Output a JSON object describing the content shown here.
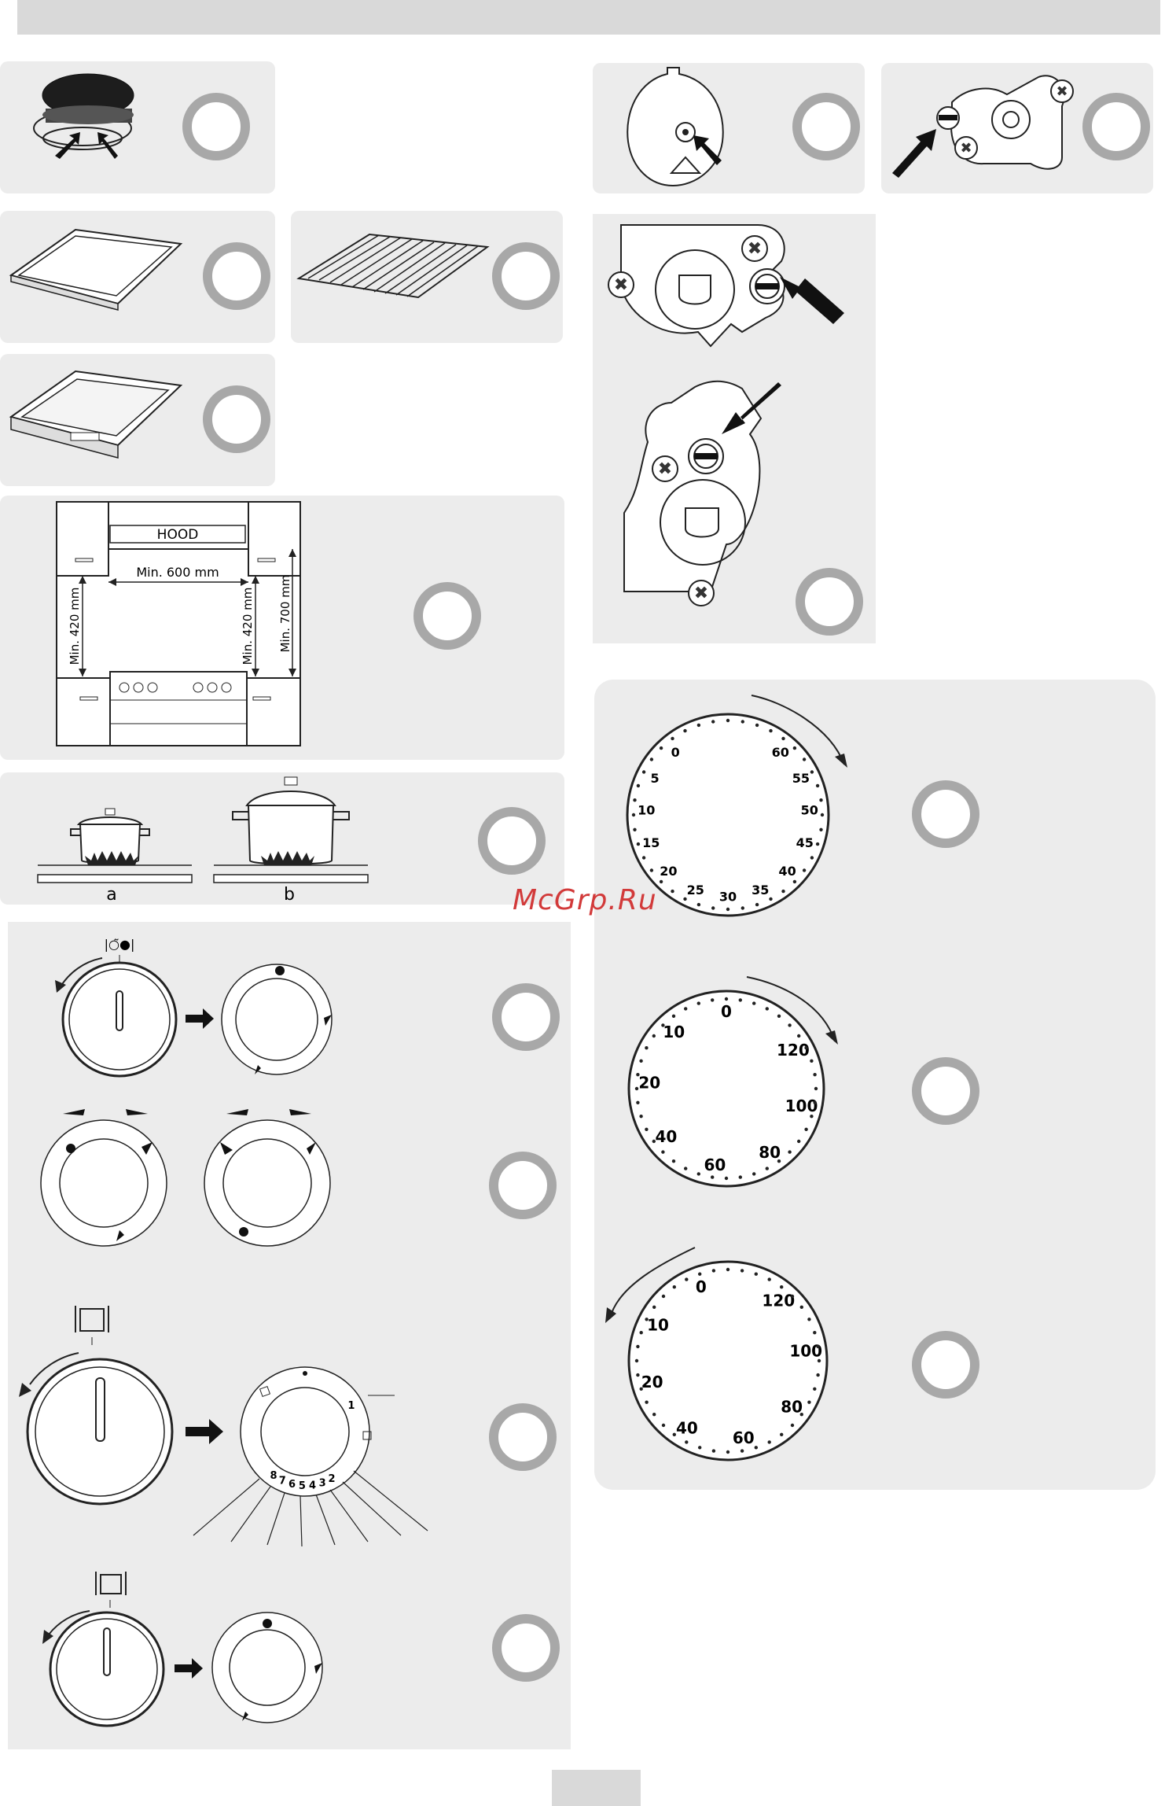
{
  "installation": {
    "hood_label": "HOOD",
    "min_width_label": "Min. 600 mm",
    "min_420_left_label": "Min. 420 mm",
    "min_420_right_label": "Min. 420 mm",
    "min_700_label": "Min. 700 mm"
  },
  "pots": {
    "label_a": "a",
    "label_b": "b"
  },
  "watermark": "McGrp.Ru",
  "timer60": {
    "ticks": [
      "0",
      "5",
      "10",
      "15",
      "20",
      "25",
      "30",
      "35",
      "40",
      "45",
      "50",
      "55",
      "60"
    ]
  },
  "timer120a": {
    "ticks": [
      "0",
      "10",
      "20",
      "40",
      "60",
      "80",
      "100",
      "120"
    ]
  },
  "timer120b": {
    "ticks": [
      "0",
      "10",
      "20",
      "40",
      "60",
      "80",
      "100",
      "120"
    ]
  },
  "oven_selector": {
    "positions": [
      "1",
      "2",
      "3",
      "4",
      "5",
      "6",
      "7",
      "8"
    ]
  },
  "colors": {
    "panel": "#ececec",
    "ring": "#a8a8a8",
    "bar": "#d9d9d9",
    "watermark": "#d23a3a"
  }
}
